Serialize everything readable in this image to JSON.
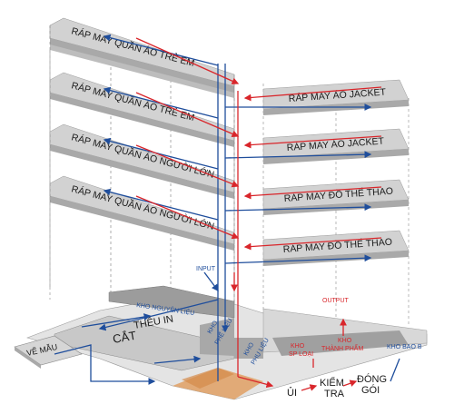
{
  "colors": {
    "flow_in": "#1f4e9c",
    "flow_out": "#d9262b",
    "floor": "#cfcfcf",
    "floor_edge": "#9a9a9a",
    "room_dark": "#9c9c9c",
    "cut_zone": "#e0a36a",
    "outline": "#555555"
  },
  "left_floors": [
    {
      "label": "RÁP MAY QUẦN ÁO TRẺ EM"
    },
    {
      "label": "RÁP MAY QUẦN ÁO TRẺ EM"
    },
    {
      "label": "RÁP MAY QUẦN ÁO NGƯỜI LỚN"
    },
    {
      "label": "RÁP MAY QUẦN ÁO NGƯỜI LỚN"
    }
  ],
  "right_floors": [
    {
      "label": "RÁP MAY ÁO JACKET"
    },
    {
      "label": "RÁP MAY ÁO JACKET"
    },
    {
      "label": "RÁP MAY ĐỒ THỂ THAO"
    },
    {
      "label": "RÁP MAY ĐỒ THỂ THAO"
    }
  ],
  "ground": {
    "ve_mau": "VẼ MẪU",
    "cat": "CẮT",
    "theu_in": "THÊU IN",
    "kho_nguyen_lieu": "KHO NGUYÊN LIỆU",
    "kho_phe_lieu": [
      "KHO",
      "PHẾ LIỆU"
    ],
    "kho_phu_lieu": [
      "KHO",
      "PHỤ LIỆU"
    ],
    "kho_sp_loai": [
      "KHO",
      "SP LOẠI"
    ],
    "kho_thanh_pham": [
      "KHO",
      "THÀNH PHẨM"
    ],
    "kho_bao_bi": "KHO BAO B",
    "ui": "ỦI",
    "kiem_tra": [
      "KIỂM",
      "TRA"
    ],
    "dong_goi": [
      "ĐÓNG",
      "GÓI"
    ]
  },
  "annotations": {
    "input": "INPUT",
    "output": "OUTPUT"
  }
}
